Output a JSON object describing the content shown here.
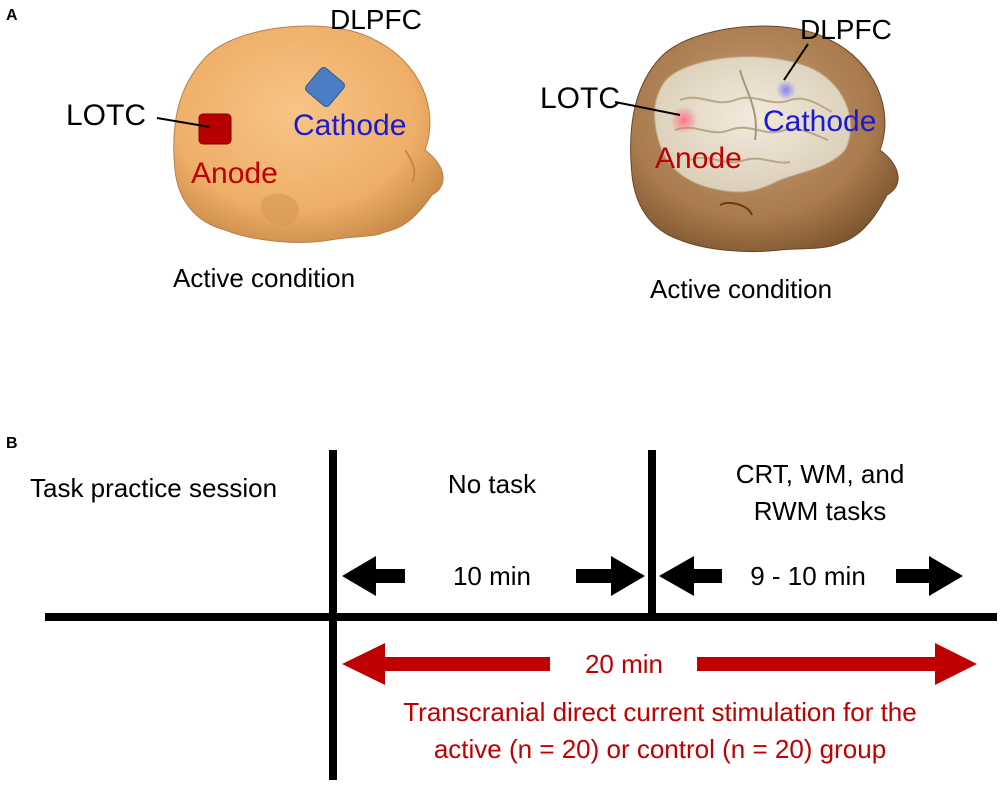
{
  "panel_a": {
    "letter": "A",
    "left_head": {
      "region_top": "DLPFC",
      "electrode_top": "Cathode",
      "region_left": "LOTC",
      "electrode_left": "Anode",
      "caption": "Active condition"
    },
    "right_head": {
      "region_top": "DLPFC",
      "electrode_top": "Cathode",
      "region_left": "LOTC",
      "electrode_left": "Anode",
      "caption": "Active condition"
    }
  },
  "panel_b": {
    "letter": "B",
    "phase_0": "Task practice session",
    "phase_1": "No task",
    "phase_2_line1": "CRT, WM, and",
    "phase_2_line2": "RWM tasks",
    "duration_1": "10 min",
    "duration_2": "9 - 10 min",
    "total_duration": "20 min",
    "stim_line1": "Transcranial direct current stimulation for the",
    "stim_line2": "active (n = 20) or control (n = 20) group"
  },
  "colors": {
    "anode": "#c00000",
    "cathode": "#1a1ad6",
    "stim": "#c00000",
    "skin": "#f0b070",
    "black": "#000000"
  }
}
